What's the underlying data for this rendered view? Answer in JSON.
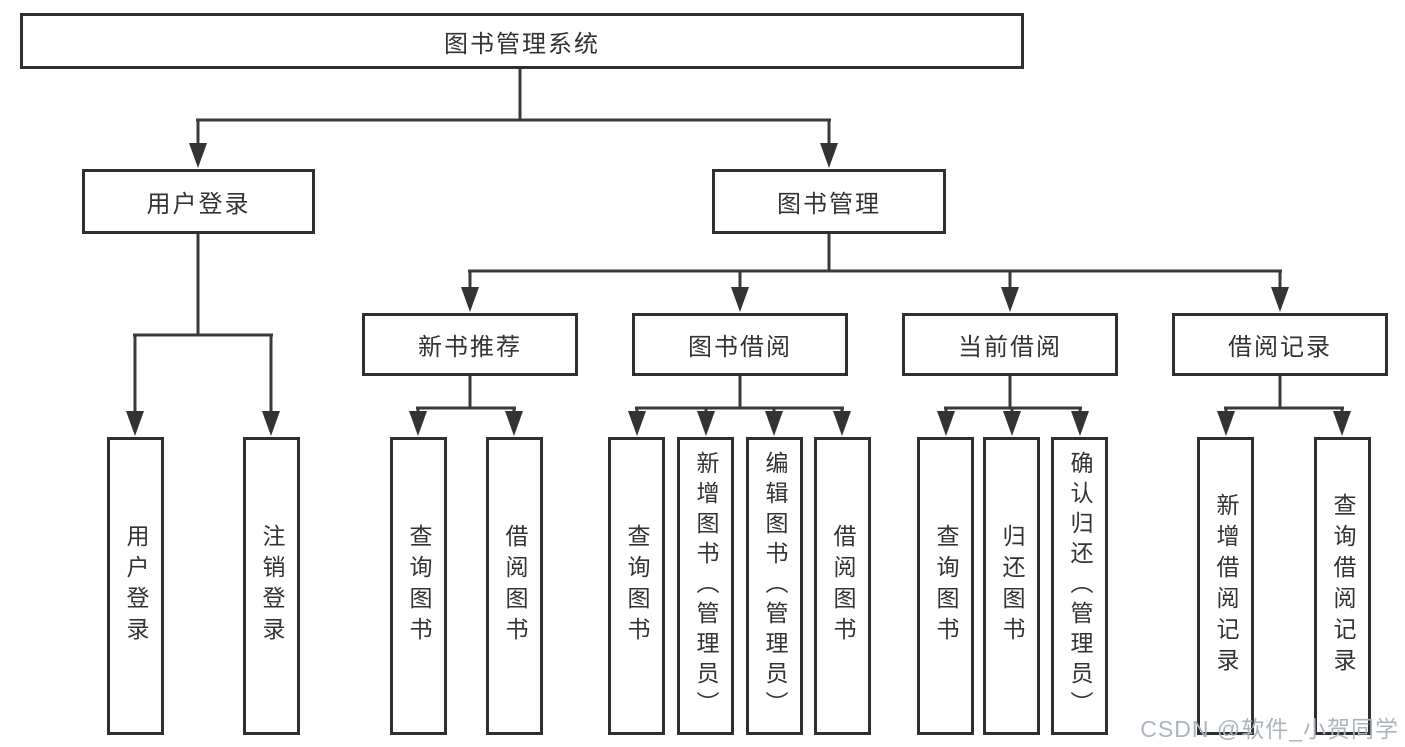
{
  "diagram": {
    "title": "图书管理系统",
    "colors": {
      "line": "#3a3a3a",
      "box_border": "#2f2f2f",
      "text": "#333333",
      "background": "#ffffff",
      "watermark": "#aeb4be"
    },
    "nodes": {
      "root": {
        "label": "图书管理系统"
      },
      "level2": [
        {
          "id": "user-login",
          "label": "用户登录"
        },
        {
          "id": "book-management",
          "label": "图书管理"
        }
      ],
      "level3": [
        {
          "id": "new-book-recommend",
          "label": "新书推荐"
        },
        {
          "id": "book-borrow",
          "label": "图书借阅"
        },
        {
          "id": "current-borrow",
          "label": "当前借阅"
        },
        {
          "id": "borrow-records",
          "label": "借阅记录"
        }
      ],
      "leaves": [
        {
          "parent": "用户登录",
          "label": "用户登录"
        },
        {
          "parent": "用户登录",
          "label": "注销登录"
        },
        {
          "parent": "新书推荐",
          "label": "查询图书"
        },
        {
          "parent": "新书推荐",
          "label": "借阅图书"
        },
        {
          "parent": "图书借阅",
          "label": "查询图书"
        },
        {
          "parent": "图书借阅",
          "label": "新增图书（管理员）"
        },
        {
          "parent": "图书借阅",
          "label": "编辑图书（管理员）"
        },
        {
          "parent": "图书借阅",
          "label": "借阅图书"
        },
        {
          "parent": "当前借阅",
          "label": "查询图书"
        },
        {
          "parent": "当前借阅",
          "label": "归还图书"
        },
        {
          "parent": "当前借阅",
          "label": "确认归还（管理员）"
        },
        {
          "parent": "借阅记录",
          "label": "新增借阅记录"
        },
        {
          "parent": "借阅记录",
          "label": "查询借阅记录"
        }
      ]
    }
  },
  "watermark": {
    "text": "CSDN @软件_小贺同学"
  }
}
